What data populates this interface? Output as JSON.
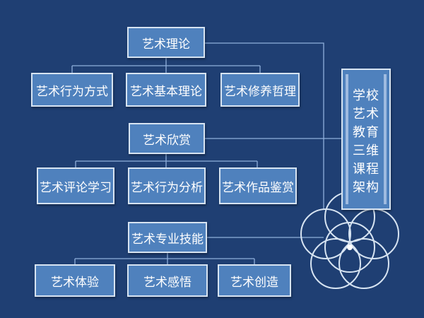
{
  "nodes": {
    "theory": "艺术理论",
    "theory_children": [
      "艺术行为方式",
      "艺术基本理论",
      "艺术修养哲理"
    ],
    "appreciation": "艺术欣赏",
    "appreciation_children": [
      "艺术评论学习",
      "艺术行为分析",
      "艺术作品鉴赏"
    ],
    "skills": "艺术专业技能",
    "skills_children": [
      "艺术体验",
      "艺术感悟",
      "艺术创造"
    ]
  },
  "framework": {
    "lines": [
      "学校",
      "艺术",
      "教育",
      "三维",
      "课程",
      "架构"
    ]
  },
  "colors": {
    "background": "#1f3f73",
    "box_fill": "#4f81bd",
    "box_border": "#d7e4f2",
    "connector": "#8fb0dc"
  }
}
